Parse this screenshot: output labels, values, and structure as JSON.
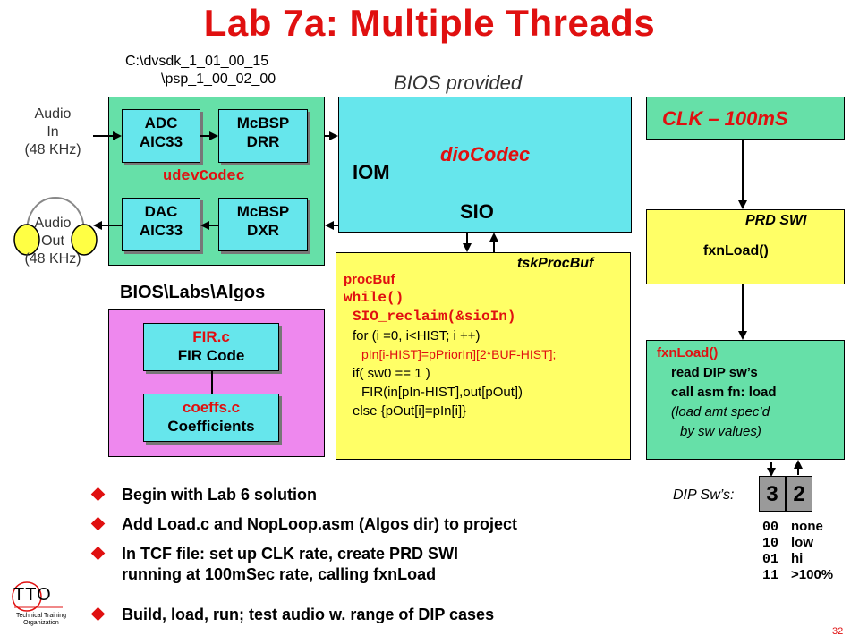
{
  "title": "Lab 7a: Multiple Threads",
  "path_line1": "C:\\dvsdk_1_01_00_15",
  "path_line2": "\\psp_1_00_02_00",
  "bios_provided": "BIOS provided",
  "audio_in": [
    "Audio",
    "In",
    "(48 KHz)"
  ],
  "audio_out": [
    "Audio",
    "Out",
    "(48 KHz)"
  ],
  "udev": {
    "adc": [
      "ADC",
      "AIC33"
    ],
    "mcbsp_drr": [
      "McBSP",
      "DRR"
    ],
    "label": "udevCodec",
    "dac": [
      "DAC",
      "AIC33"
    ],
    "mcbsp_dxr": [
      "McBSP",
      "DXR"
    ]
  },
  "dio": {
    "name": "dioCodec",
    "iom": "IOM",
    "sio": "SIO"
  },
  "clk": "CLK – 100mS",
  "prd": {
    "title": "PRD SWI",
    "fn": "fxnLoad()"
  },
  "task": {
    "title": "tskProcBuf",
    "lines": [
      "procBuf",
      "while()",
      "SIO_reclaim(&sioIn)",
      "for (i =0, i<HIST; i ++)",
      "pIn[i-HIST]=pPriorIn][2*BUF-HIST];",
      "if( sw0 == 1 )",
      "FIR(in[pIn-HIST],out[pOut])",
      "else {pOut[i]=pIn[i]}"
    ]
  },
  "algos": {
    "label": "BIOS\\Labs\\Algos",
    "fir": [
      "FIR.c",
      "FIR Code"
    ],
    "coeffs": [
      "coeffs.c",
      "Coefficients"
    ]
  },
  "fxnload": {
    "title": "fxnLoad()",
    "lines": [
      "read DIP sw’s",
      "call asm fn: load",
      "(load amt spec’d",
      "by sw values)"
    ]
  },
  "dip": {
    "label": "DIP Sw’s:",
    "sw3": "3",
    "sw2": "2",
    "table": [
      {
        "code": "00",
        "desc": "none"
      },
      {
        "code": "10",
        "desc": "low"
      },
      {
        "code": "01",
        "desc": "hi"
      },
      {
        "code": "11",
        "desc": ">100%"
      }
    ]
  },
  "bullets": [
    "Begin with Lab 6 solution",
    "Add Load.c and NopLoop.asm (Algos dir) to project",
    "In TCF file: set up CLK rate, create PRD SWI",
    "running at 100mSec rate, calling fxnLoad",
    "Build, load, run; test audio w. range of DIP cases"
  ],
  "logo": {
    "mark": "TTO",
    "line1": "Technical Training",
    "line2": "Organization"
  },
  "page_number": "32",
  "colors": {
    "title_red": "#e01010",
    "green": "#66e0a8",
    "cyan": "#66e6ec",
    "yellow": "#ffff66",
    "pink": "#ee88ee"
  }
}
